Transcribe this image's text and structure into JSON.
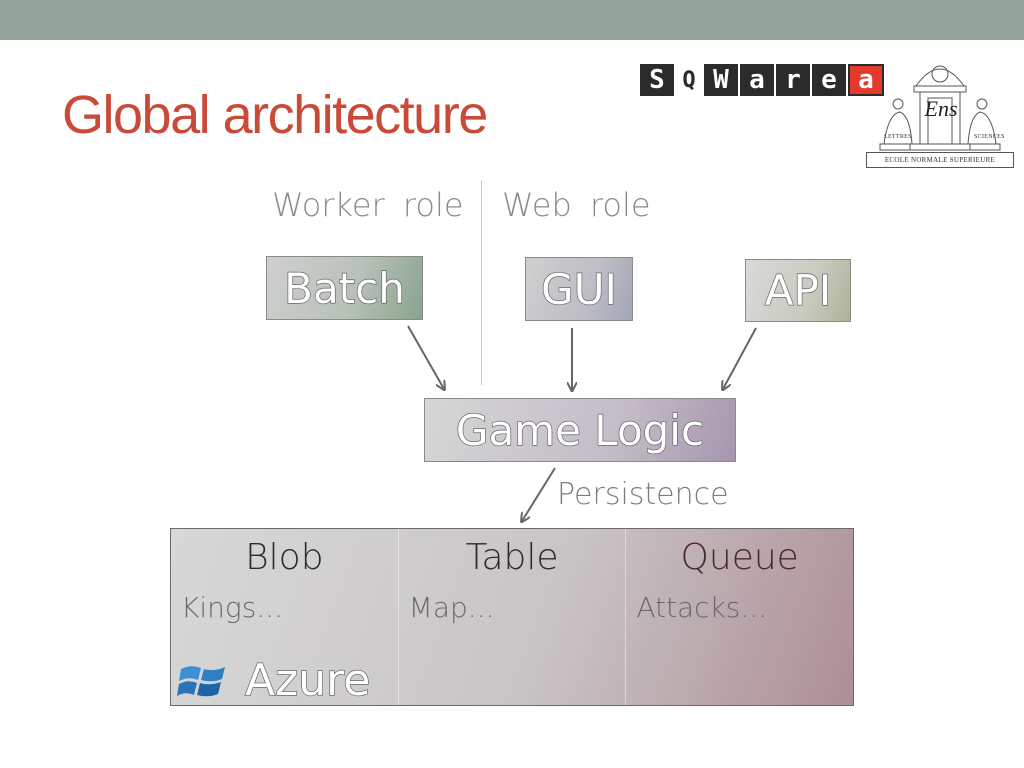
{
  "header": {
    "title": "Global architecture"
  },
  "logos": {
    "sqwarea": {
      "letters": [
        "S",
        "Q",
        "W",
        "a",
        "r",
        "e",
        "a"
      ]
    },
    "ens": {
      "monogram": "Ens",
      "caption": "ECOLE NORMALE SUPERIEURE",
      "left_label": "LETTRES",
      "right_label": "SCIENCES"
    }
  },
  "diagram": {
    "roles": {
      "worker": "Worker role",
      "web": "Web role"
    },
    "components": {
      "batch": "Batch",
      "gui": "GUI",
      "api": "API",
      "game_logic": "Game Logic"
    },
    "persistence_label": "Persistence",
    "storage": {
      "columns": [
        {
          "title": "Blob",
          "subtitle": "Kings..."
        },
        {
          "title": "Table",
          "subtitle": "Map..."
        },
        {
          "title": "Queue",
          "subtitle": "Attacks..."
        }
      ],
      "platform": "Azure"
    }
  },
  "colors": {
    "title": "#c94a38",
    "topbar": "#94a49b",
    "arrow": "#666666"
  }
}
